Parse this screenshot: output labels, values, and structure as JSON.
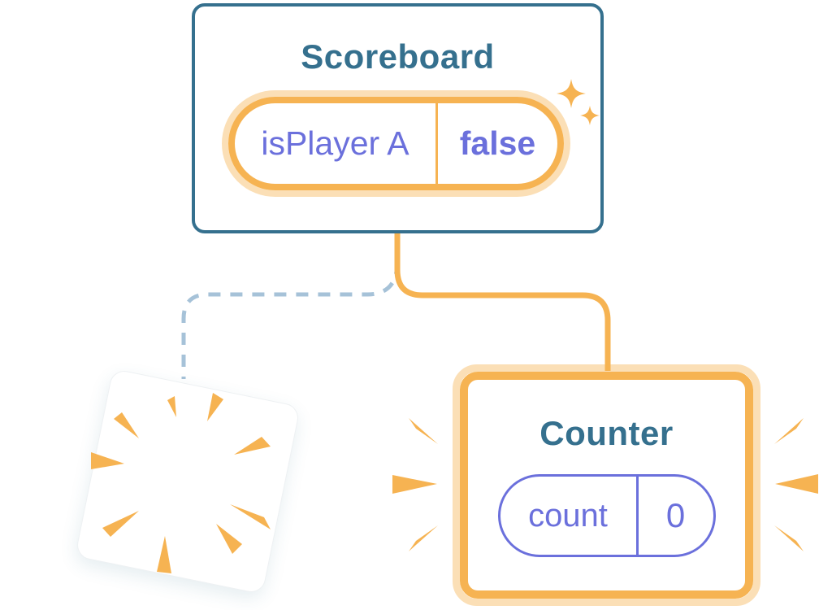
{
  "diagram": {
    "scoreboard": {
      "title": "Scoreboard",
      "state": {
        "name": "isPlayer A",
        "value": "false"
      }
    },
    "counter": {
      "title": "Counter",
      "state": {
        "name": "count",
        "value": "0"
      }
    },
    "destroyed_component": {
      "description_icon": "burst-poof-icon"
    },
    "icons": {
      "sparkles": "sparkles-icon",
      "burst": "burst-poof-icon",
      "emphasis_rays": "emphasis-rays-icon"
    },
    "connectors": {
      "active_branch": "solid-orange",
      "removed_branch": "dashed-blue"
    },
    "colors": {
      "card_border_teal": "#35708E",
      "title_teal": "#35708E",
      "state_orange": "#F6B352",
      "state_orange_glow": "rgba(246,179,82,0.42)",
      "state_purple": "#6B70DC",
      "dashed_line_blue": "#A6C2D8",
      "background": "#FFFFFF"
    }
  }
}
